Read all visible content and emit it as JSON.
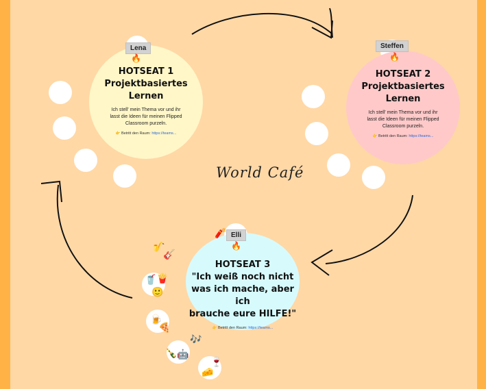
{
  "hotseats": [
    {
      "name": "Lena",
      "title_lines": [
        "HOTSEAT 1",
        "Projektbasiertes",
        "Lernen"
      ],
      "desc_lines": [
        "Ich stell' mein Thema vor und ihr",
        "lasst die Ideen für meinen Flipped",
        "Classroom purzeln."
      ],
      "link_label": "Betritt den Raum:",
      "link_url": "https://teams..."
    },
    {
      "name": "Steffen",
      "title_lines": [
        "HOTSEAT 2",
        "Projektbasiertes",
        "Lernen"
      ],
      "desc_lines": [
        "Ich stell' mein Thema vor und ihr",
        "lasst die Ideen für meinen Flipped",
        "Classroom purzeln."
      ],
      "link_label": "Betritt den Raum:",
      "link_url": "https://teams..."
    },
    {
      "name": "Elli",
      "title_lines": [
        "HOTSEAT 3",
        "\"Ich weiß noch nicht",
        "was ich mache, aber ich",
        "brauche eure HILFE!\""
      ],
      "link_label": "Betritt den Raum:",
      "link_url": "https://teams..."
    }
  ],
  "center_label": "World Café",
  "icons": [
    "fire-icon",
    "saxophone-icon",
    "guitar-icon",
    "drinks-icon",
    "fries-icon",
    "smiley-icon",
    "beer-icon",
    "pizza-icon",
    "music-notes-icon",
    "bottle-icon",
    "robot-icon",
    "wine-glass-icon",
    "cheese-icon",
    "firecracker-icon"
  ],
  "colors": {
    "frame": "#ffb347",
    "canvas": "#ffd8a6",
    "hotseat1": "#fff7c8",
    "hotseat2": "#ffc9c9",
    "hotseat3": "#d7fbfd",
    "arrow": "#111111"
  }
}
